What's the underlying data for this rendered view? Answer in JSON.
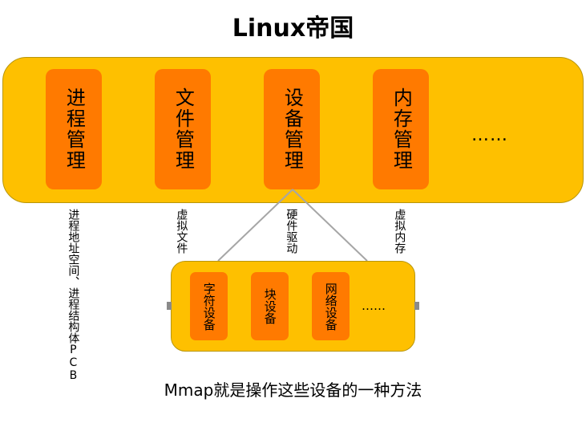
{
  "title": "Linux帝国",
  "modules": [
    {
      "label": "进程管理"
    },
    {
      "label": "文件管理"
    },
    {
      "label": "设备管理"
    },
    {
      "label": "内存管理"
    }
  ],
  "modules_more": "……",
  "notes": [
    {
      "text": "进程地址空间、进程结构体PCB"
    },
    {
      "text": "虚拟文件"
    },
    {
      "text": "硬件驱动"
    },
    {
      "text": "虚拟内存"
    }
  ],
  "devices": [
    {
      "label": "字符设备"
    },
    {
      "label": "块设备"
    },
    {
      "label": "网络设备"
    }
  ],
  "devices_more": "……",
  "caption": "Mmap就是操作这些设备的一种方法",
  "colors": {
    "panel": "#fec000",
    "module": "#ff7a00",
    "connector": "#a6a6a6"
  }
}
